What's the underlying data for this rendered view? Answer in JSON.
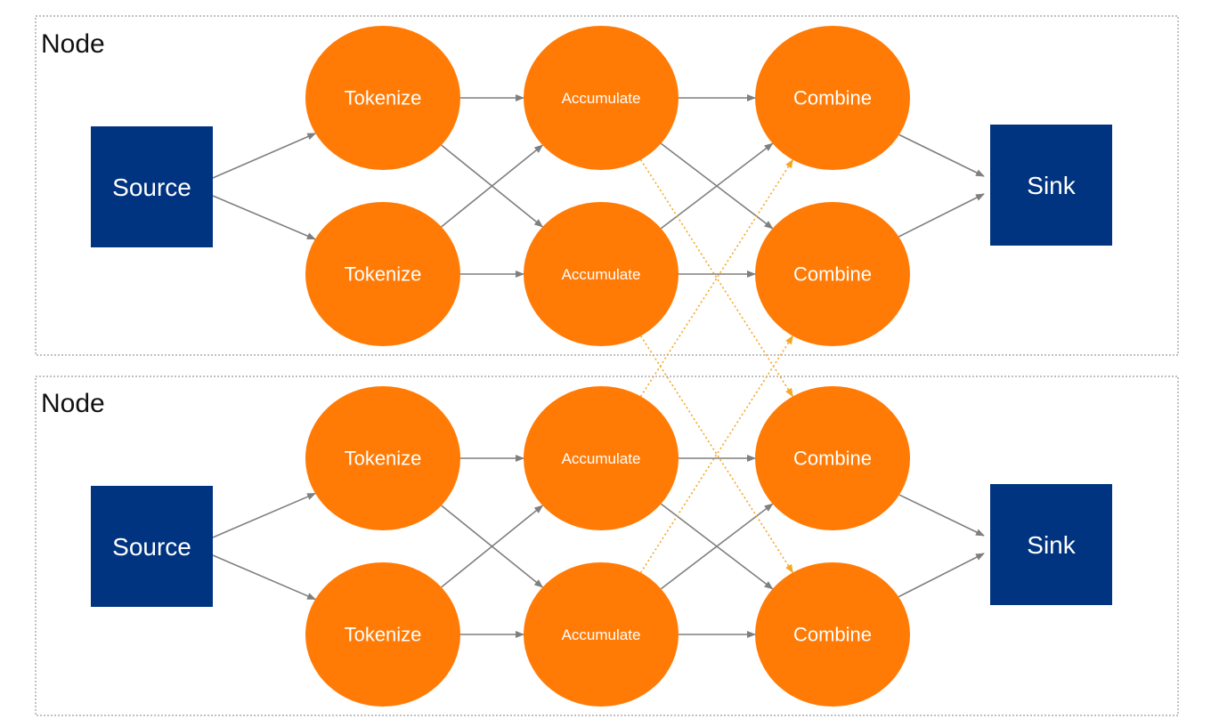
{
  "node_title": "Node",
  "labels": {
    "source": "Source",
    "sink": "Sink",
    "tokenize": "Tokenize",
    "accumulate": "Accumulate",
    "combine": "Combine"
  },
  "colors": {
    "process_fill": "#ff7b06",
    "endpoint_fill": "#003380",
    "edge": "#7f7f7f",
    "cross_edge": "#f5a623",
    "box_border": "#9a9a9a"
  }
}
